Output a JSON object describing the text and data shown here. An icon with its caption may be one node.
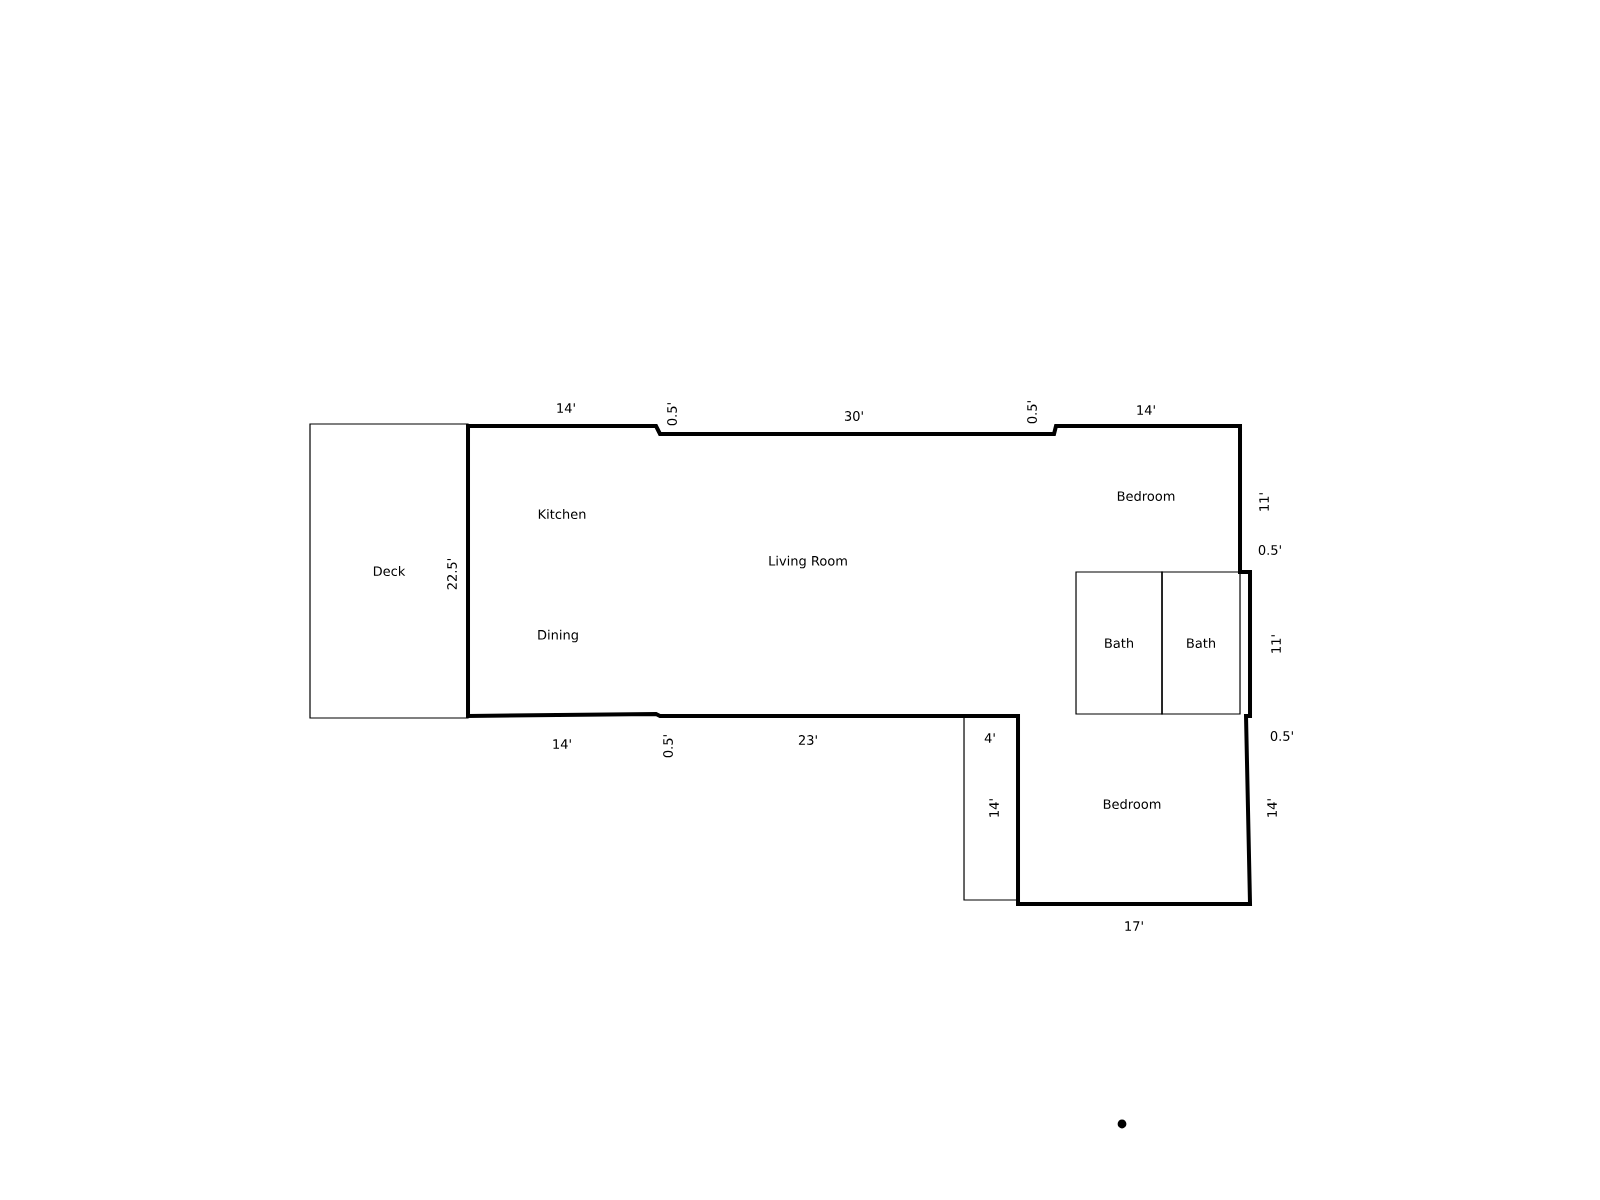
{
  "diagram": {
    "nodes": [
      {
        "text": [
          "Deck"
        ]
      },
      {
        "text": [
          "Bath"
        ]
      },
      {
        "text": [
          "Bath"
        ]
      }
    ],
    "labels": [
      "14'",
      "0.5'",
      "30'",
      "0.5'",
      "14'",
      "Bedroom",
      "11'",
      "Kitchen",
      "0.5'",
      "Living Room",
      "22.5'",
      "Dining",
      "11'",
      "14'",
      "0.5'",
      "23'",
      "4'",
      "0.5'",
      "14'",
      "Bedroom",
      "14'",
      "17'"
    ]
  }
}
